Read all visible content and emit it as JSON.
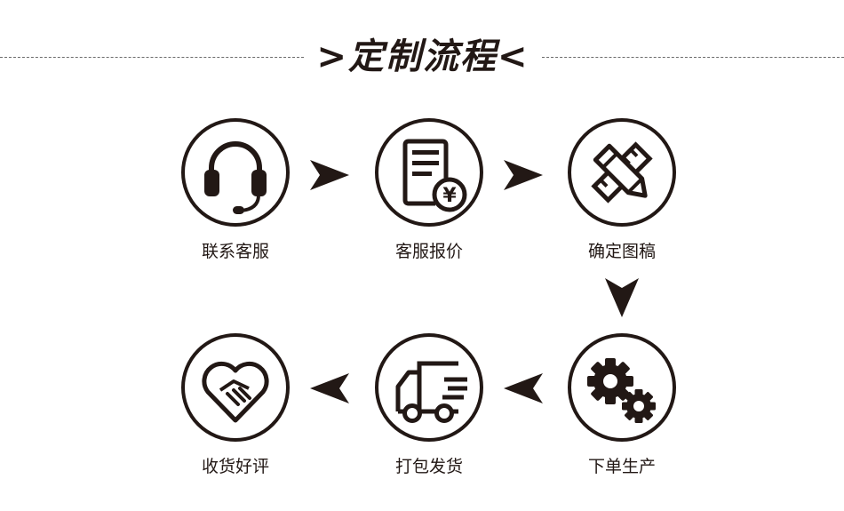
{
  "header": {
    "title": ">定制流程<"
  },
  "steps": [
    {
      "label": "联系客服",
      "icon": "headset-icon"
    },
    {
      "label": "客服报价",
      "icon": "quote-document-yen-icon"
    },
    {
      "label": "确定图稿",
      "icon": "pencil-ruler-icon"
    },
    {
      "label": "下单生产",
      "icon": "gears-icon"
    },
    {
      "label": "打包发货",
      "icon": "delivery-truck-icon"
    },
    {
      "label": "收货好评",
      "icon": "handshake-heart-icon"
    }
  ],
  "quote_symbol": "¥",
  "colors": {
    "ink": "#221815",
    "background": "#ffffff",
    "dash": "#6b6b6b"
  }
}
